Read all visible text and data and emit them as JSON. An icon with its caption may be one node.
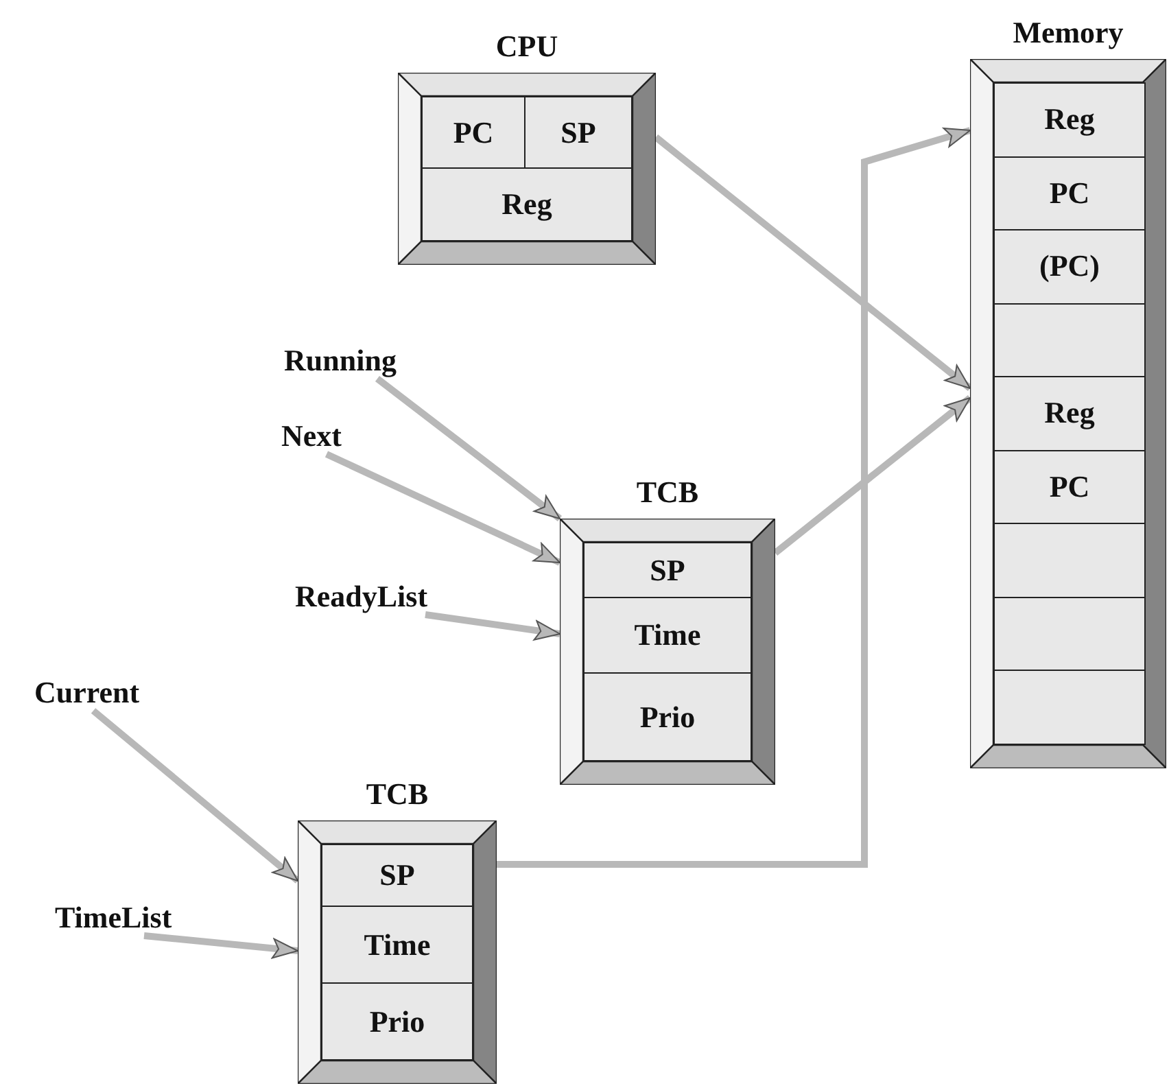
{
  "diagram": {
    "nodes": [
      {
        "text": [
          "CPU"
        ]
      },
      {
        "text": [
          "PC"
        ],
        "in": 0
      },
      {
        "text": [
          "SP"
        ],
        "in": 0
      },
      {
        "text": [
          "Reg"
        ],
        "in": 0
      },
      {
        "text": [
          "Memory"
        ]
      },
      {
        "text": [
          "Reg"
        ],
        "in": 4
      },
      {
        "text": [
          "PC"
        ],
        "in": 4
      },
      {
        "text": [
          "(PC)"
        ],
        "in": 4
      },
      {
        "text": [],
        "shape": "box",
        "in": 4
      },
      {
        "text": [
          "Reg"
        ],
        "in": 4
      },
      {
        "text": [
          "PC"
        ],
        "in": 4
      },
      {
        "text": [],
        "shape": "box",
        "in": 4
      },
      {
        "text": [],
        "shape": "box",
        "in": 4
      },
      {
        "text": [],
        "shape": "box",
        "in": 4
      },
      {
        "text": [
          "Running"
        ]
      },
      {
        "text": [
          "Next"
        ]
      },
      {
        "text": [
          "ReadyList"
        ]
      },
      {
        "text": [
          "TCB"
        ]
      },
      {
        "text": [
          "SP"
        ],
        "in": 17
      },
      {
        "text": [
          "Time"
        ],
        "in": 17
      },
      {
        "text": [
          "Prio"
        ],
        "in": 17
      },
      {
        "text": [
          "Current"
        ]
      },
      {
        "text": [
          "TimeList"
        ]
      },
      {
        "text": [
          "TCB"
        ]
      },
      {
        "text": [
          "SP"
        ],
        "in": 23
      },
      {
        "text": [
          "Time"
        ],
        "in": 23
      },
      {
        "text": [
          "Prio"
        ],
        "in": 23
      }
    ],
    "edges": [
      {
        "from": 0,
        "to": 4,
        "arrow": "to"
      },
      {
        "from": 17,
        "to": 4,
        "arrow": "to"
      },
      {
        "from": 23,
        "to": 4,
        "arrow": "to"
      },
      {
        "from": 14,
        "to": 17,
        "arrow": "to"
      },
      {
        "from": 15,
        "to": 17,
        "arrow": "to"
      },
      {
        "from": 16,
        "to": 17,
        "arrow": "to"
      },
      {
        "from": 21,
        "to": 23,
        "arrow": "to"
      },
      {
        "from": 22,
        "to": 23,
        "arrow": "to"
      }
    ]
  }
}
